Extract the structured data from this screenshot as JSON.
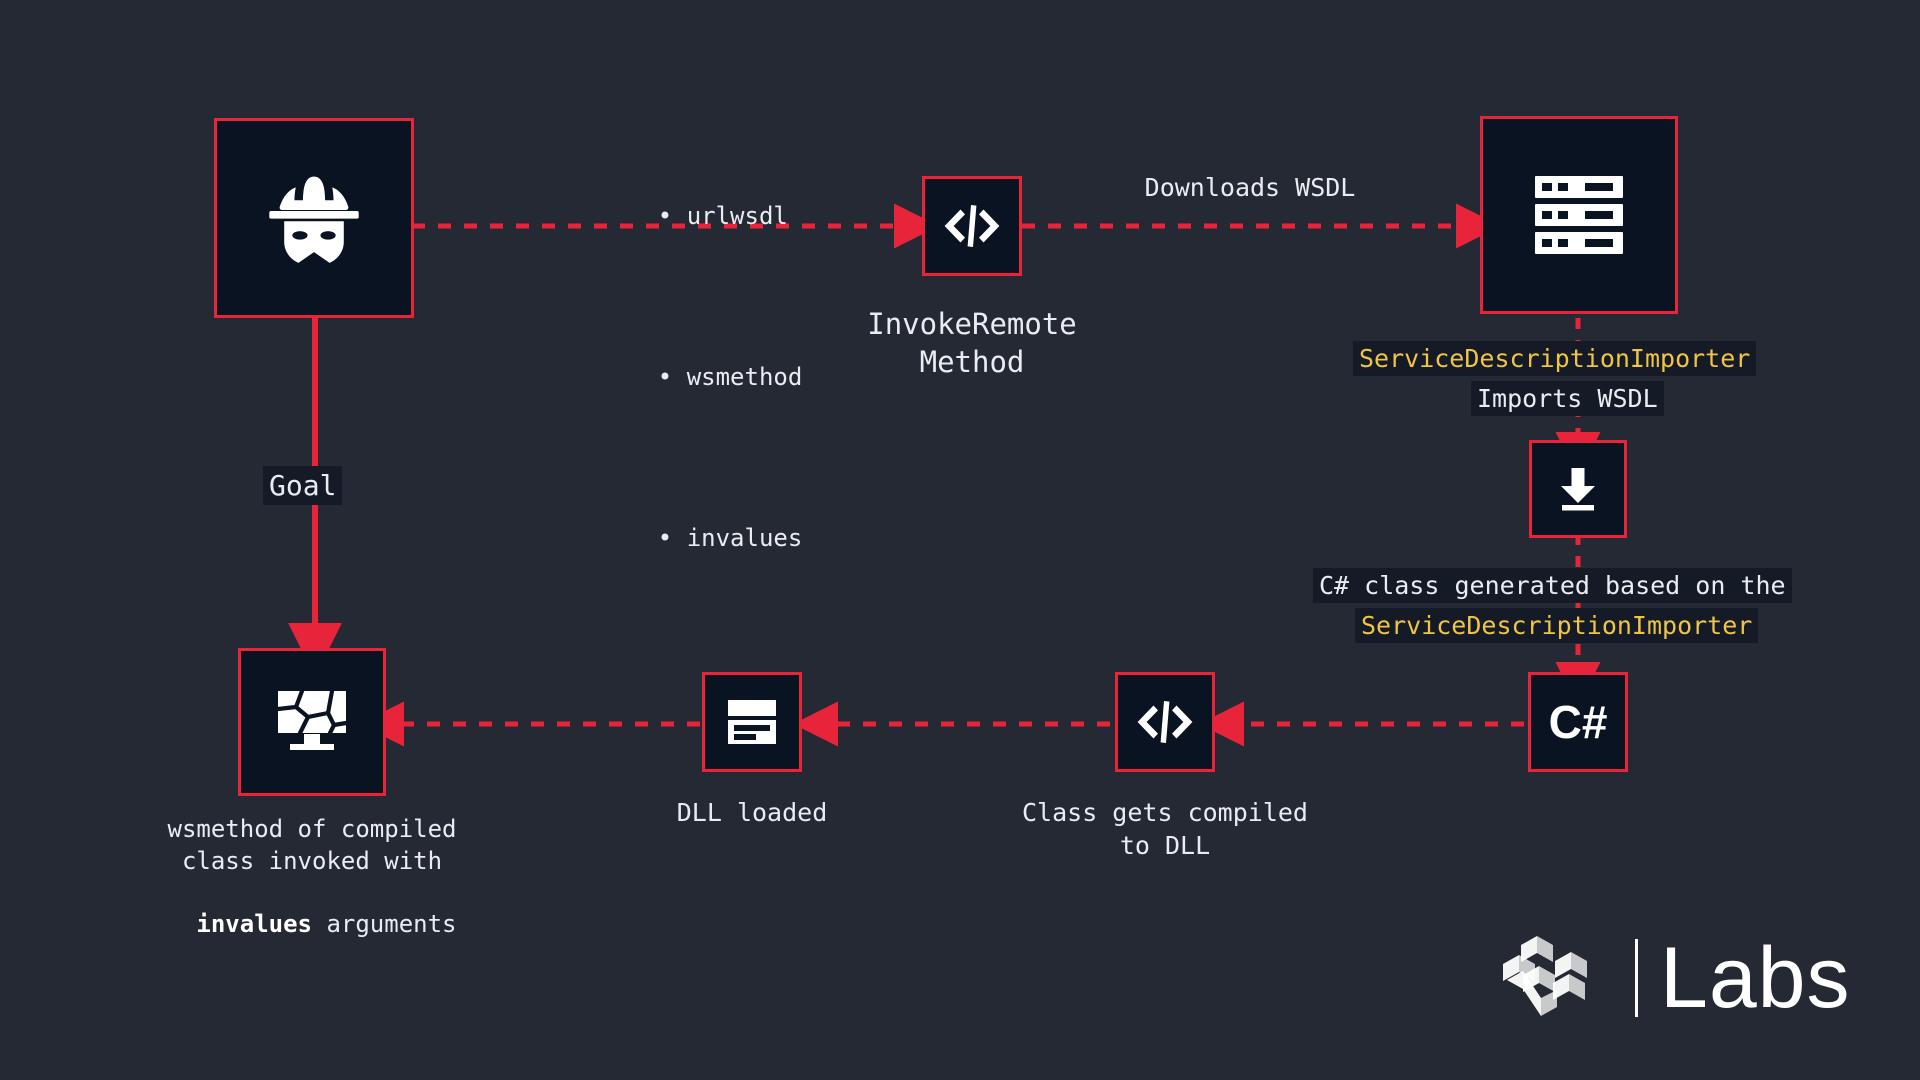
{
  "theme": {
    "background": "#242933",
    "box_fill": "#0a1322",
    "accent_red": "#e8243a",
    "text_white": "#e9edf2",
    "highlight_yellow": "#f0c445",
    "label_bg": "#141a26"
  },
  "diagram": {
    "title": "InvokeRemoteMethod WSDL attack chain",
    "nodes": {
      "attacker": {
        "icon": "incognito-spy-icon",
        "caption": ""
      },
      "invoke_remote_method": {
        "icon": "code-brackets-icon",
        "caption": "InvokeRemote\nMethod"
      },
      "server": {
        "icon": "server-rack-icon",
        "caption": ""
      },
      "download": {
        "icon": "download-arrow-icon",
        "caption": ""
      },
      "csharp": {
        "glyph": "C#",
        "caption": ""
      },
      "compiler": {
        "icon": "code-brackets-icon",
        "caption": "Class gets compiled\nto DLL"
      },
      "dll": {
        "icon": "window-panel-icon",
        "caption": "DLL loaded"
      },
      "victim": {
        "icon": "broken-monitor-icon",
        "caption_line1": "wsmethod of compiled",
        "caption_line2": "class invoked with",
        "caption_line3_bold": "invalues",
        "caption_line3_rest": " arguments"
      }
    },
    "parameters": {
      "heading": "",
      "items": [
        "urlwsdl",
        "wsmethod",
        "invalues"
      ]
    },
    "edge_labels": {
      "goal": "Goal",
      "downloads_wsdl": "Downloads WSDL",
      "imports_wsdl_accent": "ServiceDescriptionImporter",
      "imports_wsdl": "Imports WSDL",
      "generated_line1": "C# class generated based on the",
      "generated_line2_accent": "ServiceDescriptionImporter"
    }
  },
  "brand": {
    "mark": "isometric-cube-logo",
    "word": "Labs"
  }
}
